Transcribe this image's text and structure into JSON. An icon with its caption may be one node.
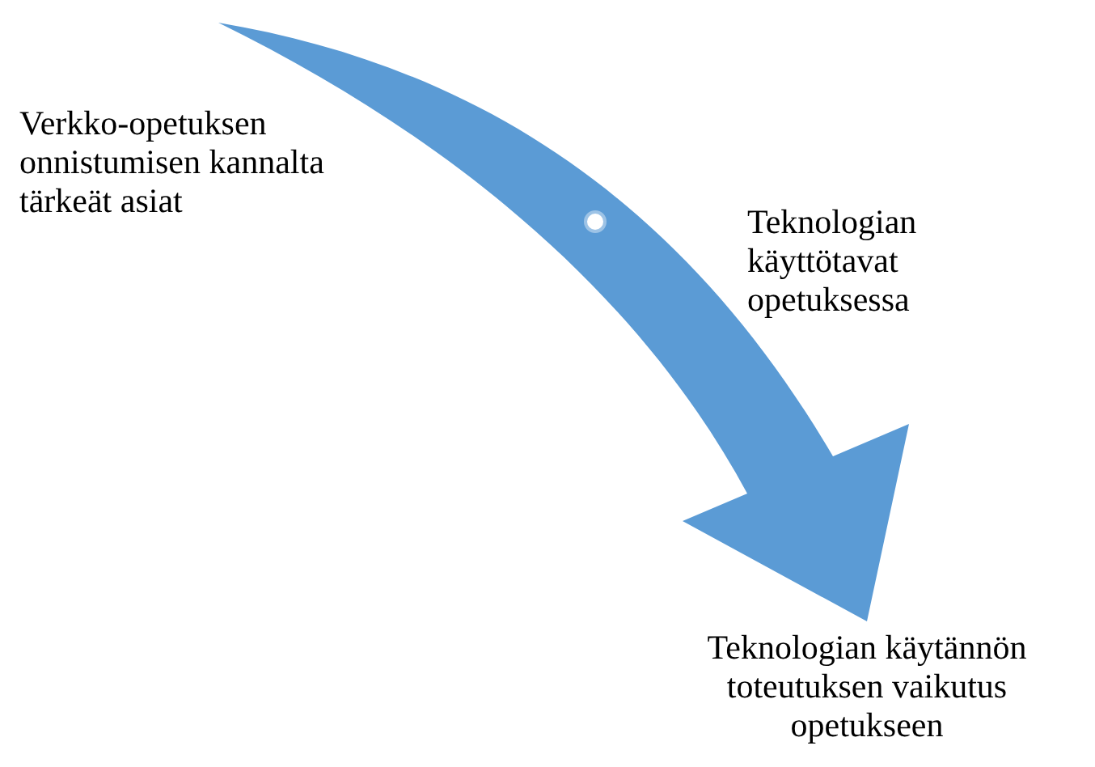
{
  "diagram": {
    "labels": [
      "Verkko-opetuksen onnistumisen kannalta tärkeät asiat",
      "Teknologian käyttötavat opetuksessa",
      "Teknologian käytännön toteutuksen vaikutus opetukseen"
    ]
  }
}
